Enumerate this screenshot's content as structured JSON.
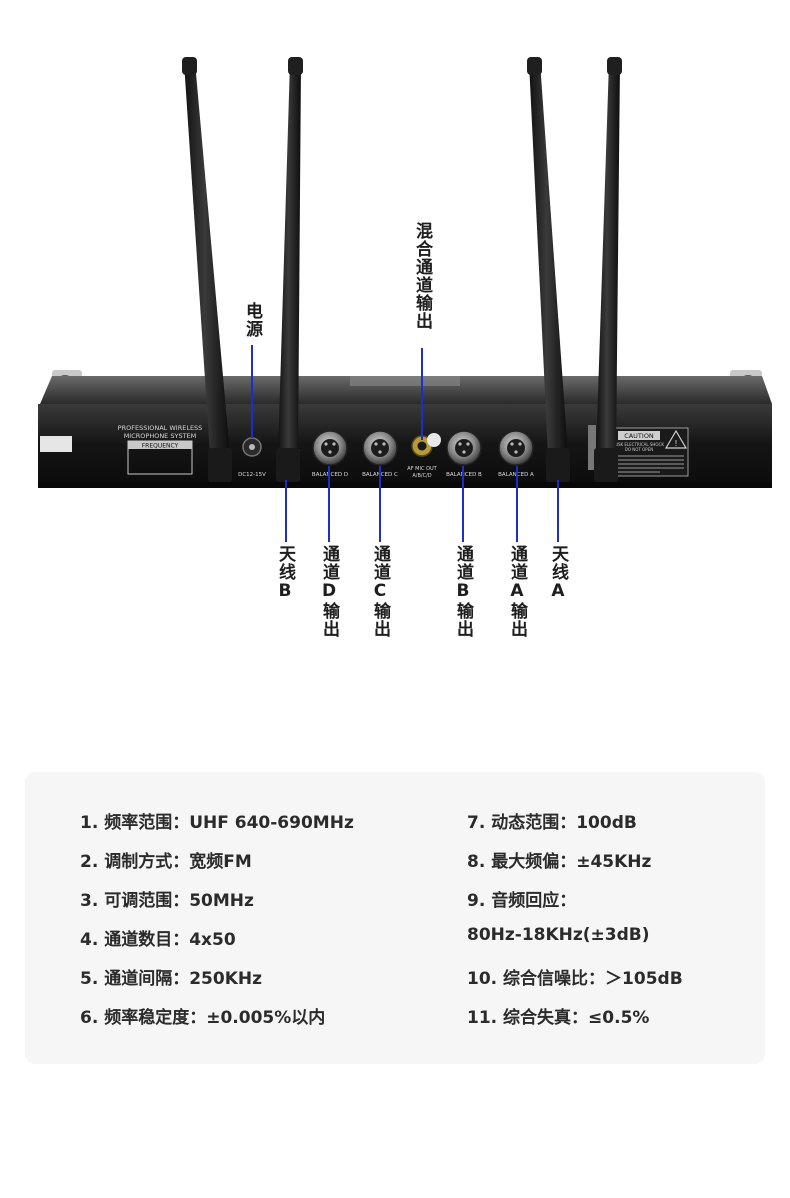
{
  "panel": {
    "title_line1": "PROFESSIONAL WIRELESS",
    "title_line2": "MICROPHONE SYSTEM",
    "frequency_label": "FREQUENCY",
    "dc_label": "DC12-15V",
    "ports": [
      "BALANCED D",
      "BALANCED C",
      "AF MIC OUT",
      "BALANCED B",
      "BALANCED A"
    ],
    "af_sub": "A/B/C/D",
    "caution_title": "CAUTION",
    "caution_sub1": "RISK ELECTRICAL SHOCK",
    "caution_sub2": "DO NOT OPEN"
  },
  "callouts": {
    "power": "电源",
    "mix_out": "混合通道输出",
    "antenna_b": "天线B",
    "ch_d": "通道D输出",
    "ch_c": "通道C输出",
    "ch_b": "通道B输出",
    "ch_a": "通道A输出",
    "antenna_a": "天线A"
  },
  "specs": {
    "left": [
      "1. 频率范围：UHF 640-690MHz",
      "2. 调制方式：宽频FM",
      "3. 可调范围：50MHz",
      "4. 通道数目：4x50",
      "5. 通道间隔：250KHz",
      "6. 频率稳定度：±0.005%以内"
    ],
    "right": [
      "7. 动态范围：100dB",
      "8. 最大频偏：±45KHz",
      "9. 音频回应：",
      "80Hz-18KHz(±3dB)",
      "10. 综合信噪比：＞105dB",
      "11. 综合失真：≤0.5%"
    ]
  }
}
